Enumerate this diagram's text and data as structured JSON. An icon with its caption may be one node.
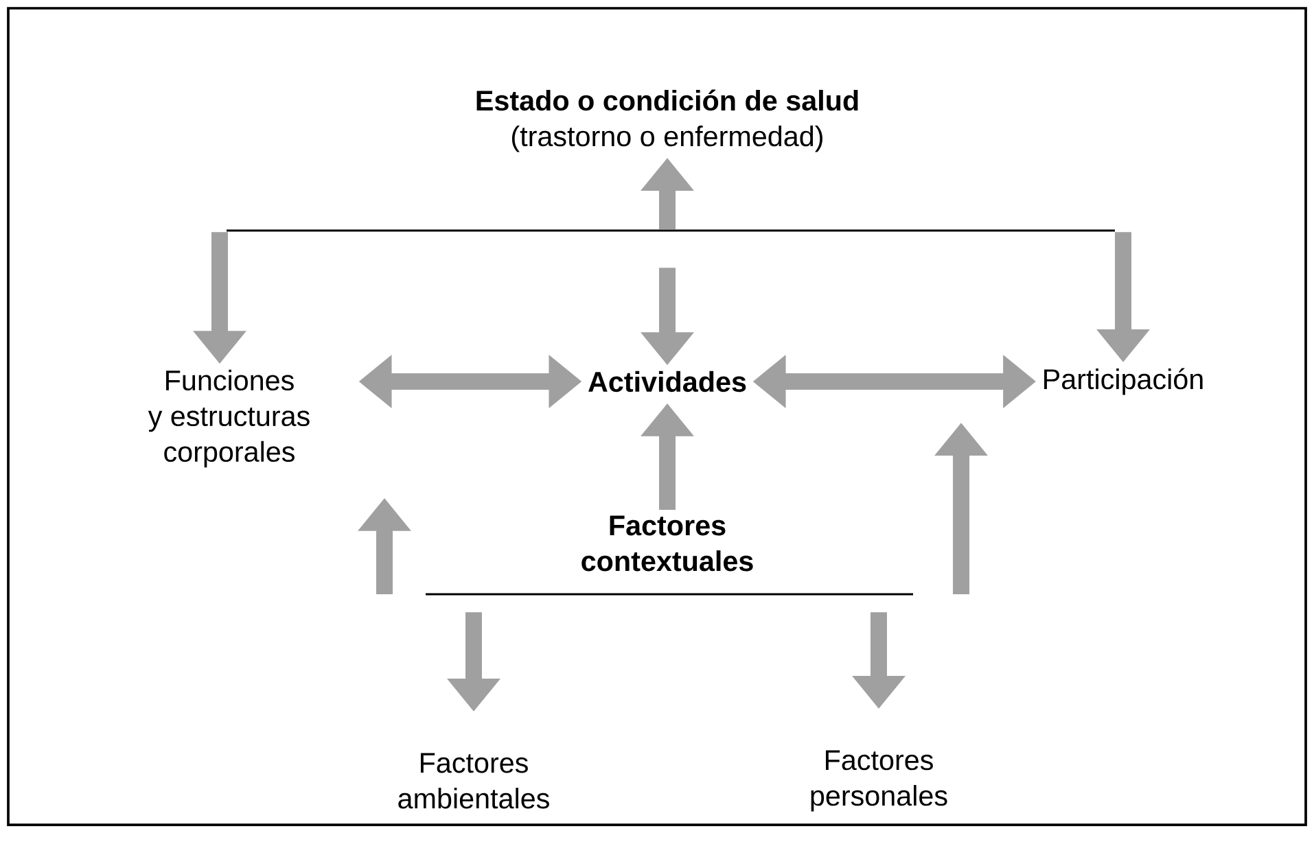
{
  "diagram": {
    "nodes": [
      {
        "text": [
          "Estado o condición de salud",
          "(trastorno o enfermedad)"
        ]
      },
      {
        "text": [],
        "shape": "bar"
      },
      {
        "text": [
          "Funciones y estructuras corporales"
        ]
      },
      {
        "text": [
          "Actividades"
        ]
      },
      {
        "text": [
          "Participación"
        ]
      },
      {
        "text": [
          "Factores contextuales"
        ]
      },
      {
        "text": [],
        "shape": "bar"
      },
      {
        "text": [
          "Factores ambientales"
        ]
      },
      {
        "text": [
          "Factores personales"
        ]
      }
    ],
    "edges": [
      {
        "from": 1,
        "to": 0,
        "arrow": "to"
      },
      {
        "from": 1,
        "to": 2,
        "arrow": "to"
      },
      {
        "from": 1,
        "to": 3,
        "arrow": "to"
      },
      {
        "from": 1,
        "to": 4,
        "arrow": "to"
      },
      {
        "from": 2,
        "to": 3,
        "arrow": "both"
      },
      {
        "from": 3,
        "to": 4,
        "arrow": "both"
      },
      {
        "from": 5,
        "to": 3,
        "arrow": "to"
      },
      {
        "from": 6,
        "to": 2,
        "arrow": "to"
      },
      {
        "from": 6,
        "to": 4,
        "arrow": "to"
      },
      {
        "from": 6,
        "to": 7,
        "arrow": "to"
      },
      {
        "from": 6,
        "to": 8,
        "arrow": "to"
      }
    ]
  }
}
